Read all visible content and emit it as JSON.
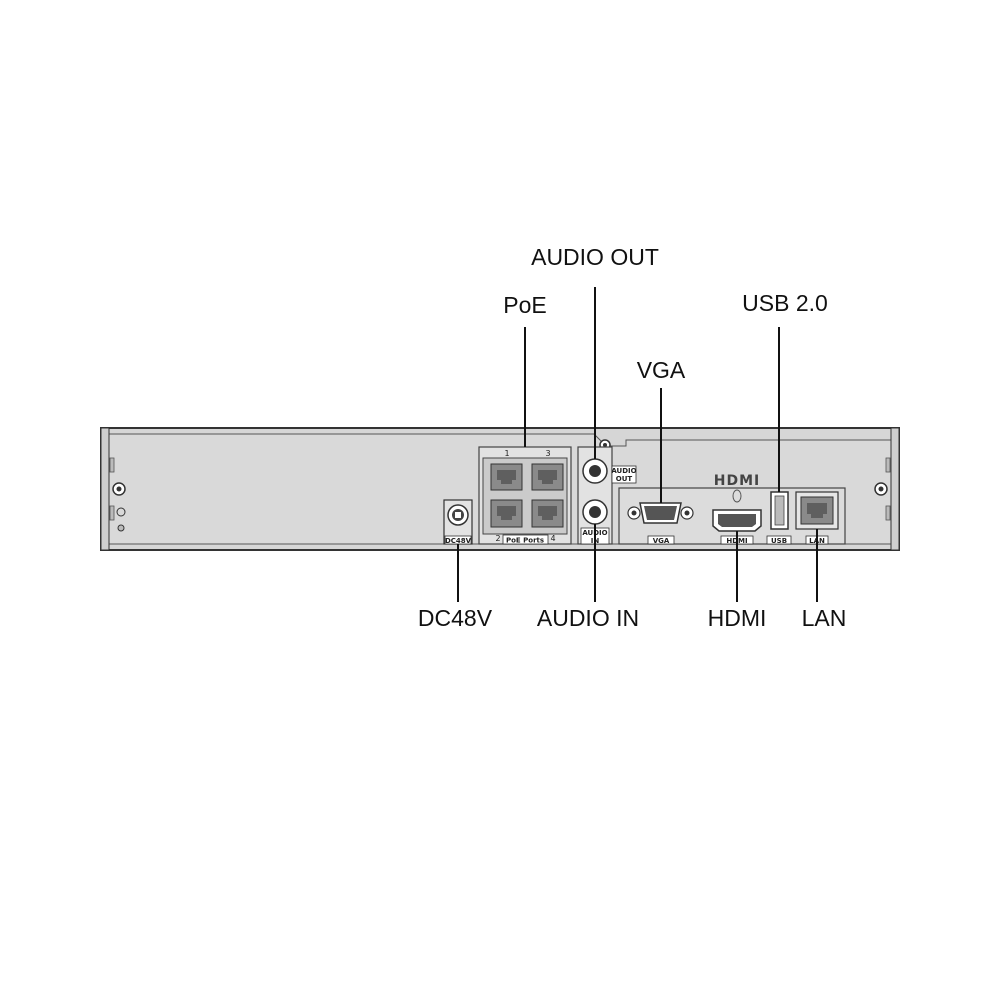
{
  "callouts": {
    "audio_out": "AUDIO OUT",
    "poe": "PoE",
    "usb": "USB 2.0",
    "vga": "VGA",
    "dc48v": "DC48V",
    "audio_in": "AUDIO IN",
    "hdmi": "HDMI",
    "lan": "LAN"
  },
  "panel_labels": {
    "poe_ports": "PoE Ports",
    "port_1": "1",
    "port_2": "2",
    "port_3": "3",
    "port_4": "4",
    "audio_out_line1": "AUDIO",
    "audio_out_line2": "OUT",
    "audio_in_line1": "AUDIO",
    "audio_in_line2": "IN",
    "dc48v": "DC48V",
    "vga": "VGA",
    "hdmi_logo": "HDMI",
    "hdmi_small": "HDMI",
    "usb": "USB",
    "lan": "LAN"
  },
  "colors": {
    "panel_fill": "#d4d4d4",
    "panel_stroke": "#333333",
    "port_fill": "#8a8a8a"
  }
}
